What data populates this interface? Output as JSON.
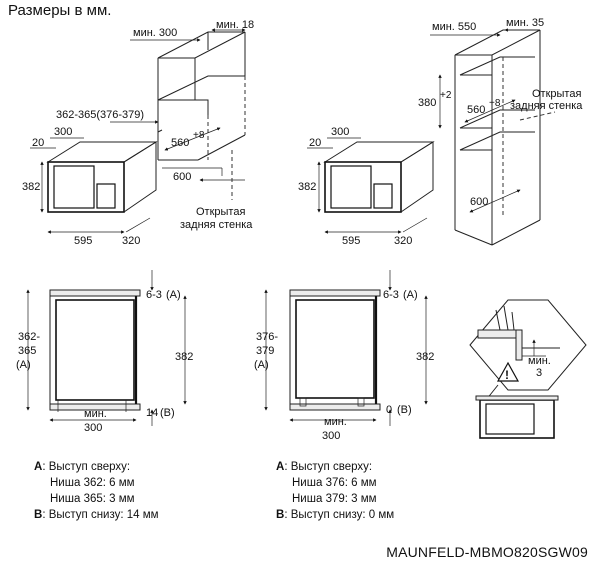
{
  "header": {
    "title": "Размеры в мм."
  },
  "footer": {
    "model": "MAUNFELD-MBMO820SGW09"
  },
  "panel_top_left": {
    "cabinet": {
      "min_width": "мин. 300",
      "min_side": "мин. 18",
      "niche_height": "362-365(376-379)",
      "depth_600": "600",
      "inner_560": "560",
      "inner_sup": "+8",
      "open_back": [
        "Открытая",
        "задняя стенка"
      ]
    },
    "oven": {
      "d300": "300",
      "d20": "20",
      "h382": "382",
      "w595": "595",
      "d320": "320"
    }
  },
  "panel_top_mid": {
    "oven": {
      "d300": "300",
      "d20": "20",
      "h382": "382",
      "w595": "595",
      "d320": "320"
    }
  },
  "panel_top_right": {
    "cabinet": {
      "min_width": "мин. 550",
      "min_side": "мин. 35",
      "niche_height": "380",
      "niche_sup": "+2",
      "inner_560": "560",
      "inner_sup": "+8",
      "depth_600": "600",
      "open_back": [
        "Открытая",
        "задняя стенка"
      ]
    }
  },
  "panel_bottom_left": {
    "protrusion_top": "6-3",
    "tag_a": "(A)",
    "niche": [
      "362-",
      "365",
      "(A)"
    ],
    "h382": "382",
    "protrusion_bottom": "14",
    "tag_b": "(B)",
    "min_label": "мин.",
    "min_value": "300",
    "notes": {
      "a_key": "A",
      "a_text": ": Выступ сверху:",
      "n1_label": "Ниша",
      "n1_value": "362",
      "n1_text": ": 6 мм",
      "n2_label": "Ниша",
      "n2_value": "365",
      "n2_text": ": 3 мм",
      "b_key": "B",
      "b_text": ": Выступ снизу: 14 мм"
    }
  },
  "panel_bottom_mid": {
    "protrusion_top": "6-3",
    "tag_a": "(A)",
    "niche": [
      "376-",
      "379",
      "(A)"
    ],
    "h382": "382",
    "protrusion_bottom": "0",
    "tag_b": "(B)",
    "min_label": "мин.",
    "min_value": "300",
    "notes": {
      "a_key": "A",
      "a_text": ": Выступ сверху:",
      "n1_label": "Ниша",
      "n1_value": "376",
      "n1_text": ": 6 мм",
      "n2_label": "Ниша",
      "n2_value": "379",
      "n2_text": ": 3 мм",
      "b_key": "B",
      "b_text": ": Выступ снизу: 0 мм"
    }
  },
  "panel_bottom_right": {
    "warning_symbol": "!",
    "min_label": "мин.",
    "min_value": "3"
  }
}
